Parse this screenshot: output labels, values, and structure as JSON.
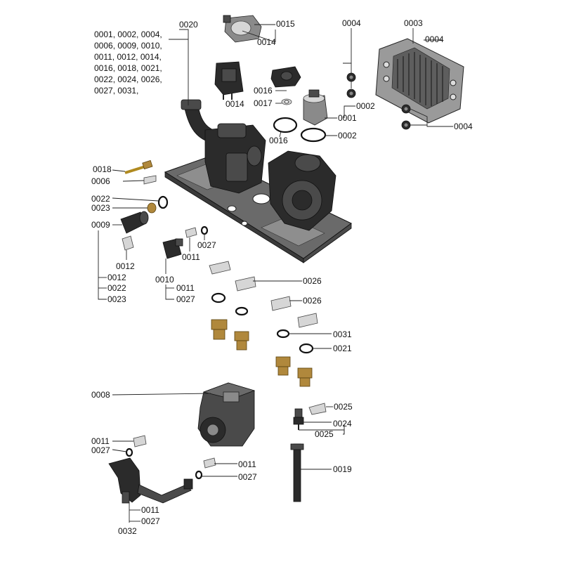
{
  "kit_list": [
    "0001, 0002, 0004,",
    "0006, 0009, 0010,",
    "0011, 0012, 0014,",
    "0016, 0018, 0021,",
    "0022, 0024, 0026,",
    "0027, 0031,"
  ],
  "labels": {
    "l0020": "0020",
    "l0015": "0015",
    "l0014a": "0014",
    "l0004a": "0004",
    "l0003": "0003",
    "l0004b": "0004",
    "l0014b": "0014",
    "l0016a": "0016",
    "l0017": "0017",
    "l0002a": "0002",
    "l0001": "0001",
    "l0004c": "0004",
    "l0002b": "0002",
    "l0016b": "0016",
    "l0018": "0018",
    "l0006": "0006",
    "l0022a": "0022",
    "l0023a": "0023",
    "l0009": "0009",
    "l0027a": "0027",
    "l0011a": "0011",
    "l0012a": "0012",
    "l0010": "0010",
    "l0012b": "0012",
    "l0022b": "0022",
    "l0023b": "0023",
    "l0011b": "0011",
    "l0027b": "0027",
    "l0026a": "0026",
    "l0026b": "0026",
    "l0031": "0031",
    "l0021": "0021",
    "l0008": "0008",
    "l0025a": "0025",
    "l0024": "0024",
    "l0025b": "0025",
    "l0011c": "0011",
    "l0027c": "0027",
    "l0011d": "0011",
    "l0027d": "0027",
    "l0019": "0019",
    "l0011e": "0011",
    "l0027e": "0027",
    "l0032": "0032"
  }
}
